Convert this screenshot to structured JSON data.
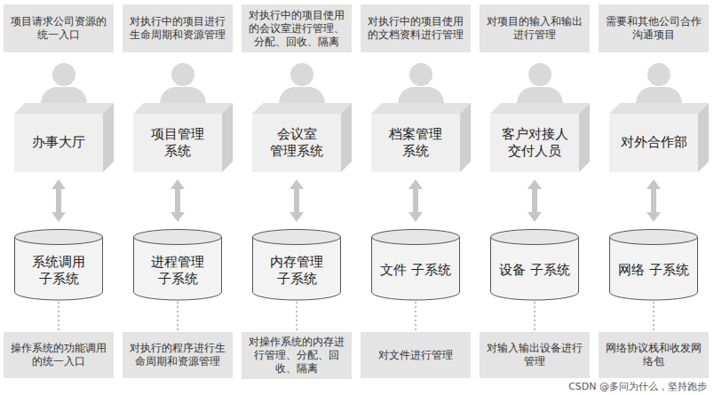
{
  "diagram": {
    "nodes": [
      {
        "text": [
          "项目请求公司资源的统一入口"
        ]
      },
      {
        "text": [
          "对执行中的项目进行生命周期和资源管理"
        ]
      },
      {
        "text": [
          "对执行中的项目使用的会议室进行管理、分配、回收、隔离"
        ]
      },
      {
        "text": [
          "对执行中的项目使用的文档资料进行管理"
        ]
      },
      {
        "text": [
          "对项目的输入和输出进行管理"
        ]
      },
      {
        "text": [
          "需要和其他公司合作沟通项目"
        ]
      },
      {
        "text": [
          "办事大厅"
        ]
      },
      {
        "text": [
          "项目管理 系统"
        ]
      },
      {
        "text": [
          "会议室 管理系统"
        ]
      },
      {
        "text": [
          "档案管理 系统"
        ]
      },
      {
        "text": [
          "客户对接人 交付人员"
        ]
      },
      {
        "text": [
          "对外合作部"
        ]
      },
      {
        "text": [
          "系统调用 子系统"
        ]
      },
      {
        "text": [
          "进程管理 子系统"
        ]
      },
      {
        "text": [
          "内存管理 子系统"
        ]
      },
      {
        "text": [
          "文件 子系统"
        ]
      },
      {
        "text": [
          "设备 子系统"
        ]
      },
      {
        "text": [
          "网络 子系统"
        ]
      },
      {
        "text": [
          "操作系统的功能调用的统一入口"
        ]
      },
      {
        "text": [
          "对执行的程序进行生命周期和资源管理"
        ]
      },
      {
        "text": [
          "对操作系统的内存进行管理、分配、回收、隔离"
        ]
      },
      {
        "text": [
          "对文件进行管理"
        ]
      },
      {
        "text": [
          "对输入输出设备进行管理"
        ]
      },
      {
        "text": [
          "网络协议栈和收发网络包"
        ]
      }
    ],
    "edges": [
      {
        "from": 6,
        "to": 12,
        "arrow": "both"
      },
      {
        "from": 7,
        "to": 13,
        "arrow": "both"
      },
      {
        "from": 8,
        "to": 14,
        "arrow": "both"
      },
      {
        "from": 9,
        "to": 15,
        "arrow": "both"
      },
      {
        "from": 10,
        "to": 16,
        "arrow": "both"
      },
      {
        "from": 11,
        "to": 17,
        "arrow": "both"
      },
      {
        "from": 12,
        "to": 18,
        "arrow": "none"
      },
      {
        "from": 13,
        "to": 19,
        "arrow": "none"
      },
      {
        "from": 14,
        "to": 20,
        "arrow": "none"
      },
      {
        "from": 15,
        "to": 21,
        "arrow": "none"
      },
      {
        "from": 16,
        "to": 22,
        "arrow": "none"
      },
      {
        "from": 17,
        "to": 23,
        "arrow": "none"
      }
    ],
    "labels": [
      "CSDN @多问为什么，坚持跑步"
    ]
  }
}
